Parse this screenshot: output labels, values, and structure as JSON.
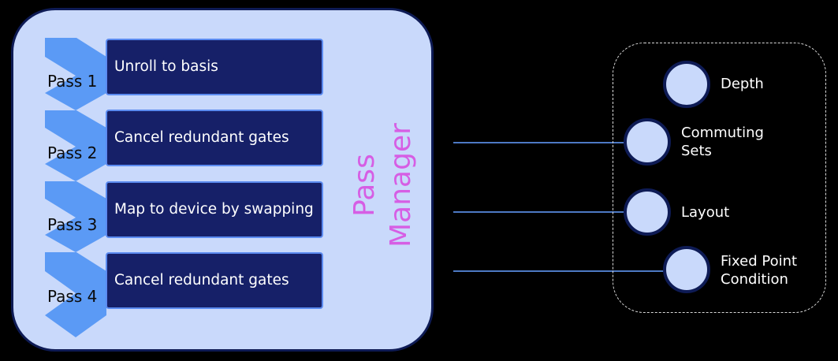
{
  "pass_manager": {
    "title_line1": "Pass",
    "title_line2": "Manager",
    "passes": [
      {
        "label": "Pass 1",
        "action": "Unroll to basis"
      },
      {
        "label": "Pass 2",
        "action": "Cancel redundant gates"
      },
      {
        "label": "Pass 3",
        "action": "Map to device by swapping"
      },
      {
        "label": "Pass 4",
        "action": "Cancel redundant gates"
      }
    ]
  },
  "analysis": {
    "nodes": [
      {
        "line1": "Depth",
        "line2": ""
      },
      {
        "line1": "Commuting",
        "line2": "Sets"
      },
      {
        "line1": "Layout",
        "line2": ""
      },
      {
        "line1": "Fixed Point",
        "line2": "Condition"
      }
    ]
  },
  "colors": {
    "background": "#000000",
    "panel_fill": "#c9d9fb",
    "panel_border": "#0e1b55",
    "chevron": "#5b9af5",
    "pass_box": "#162068",
    "pass_box_border": "#5b8bf0",
    "title": "#d65ee4",
    "connector": "#4d79c4",
    "group_border": "#d8d8d8"
  }
}
